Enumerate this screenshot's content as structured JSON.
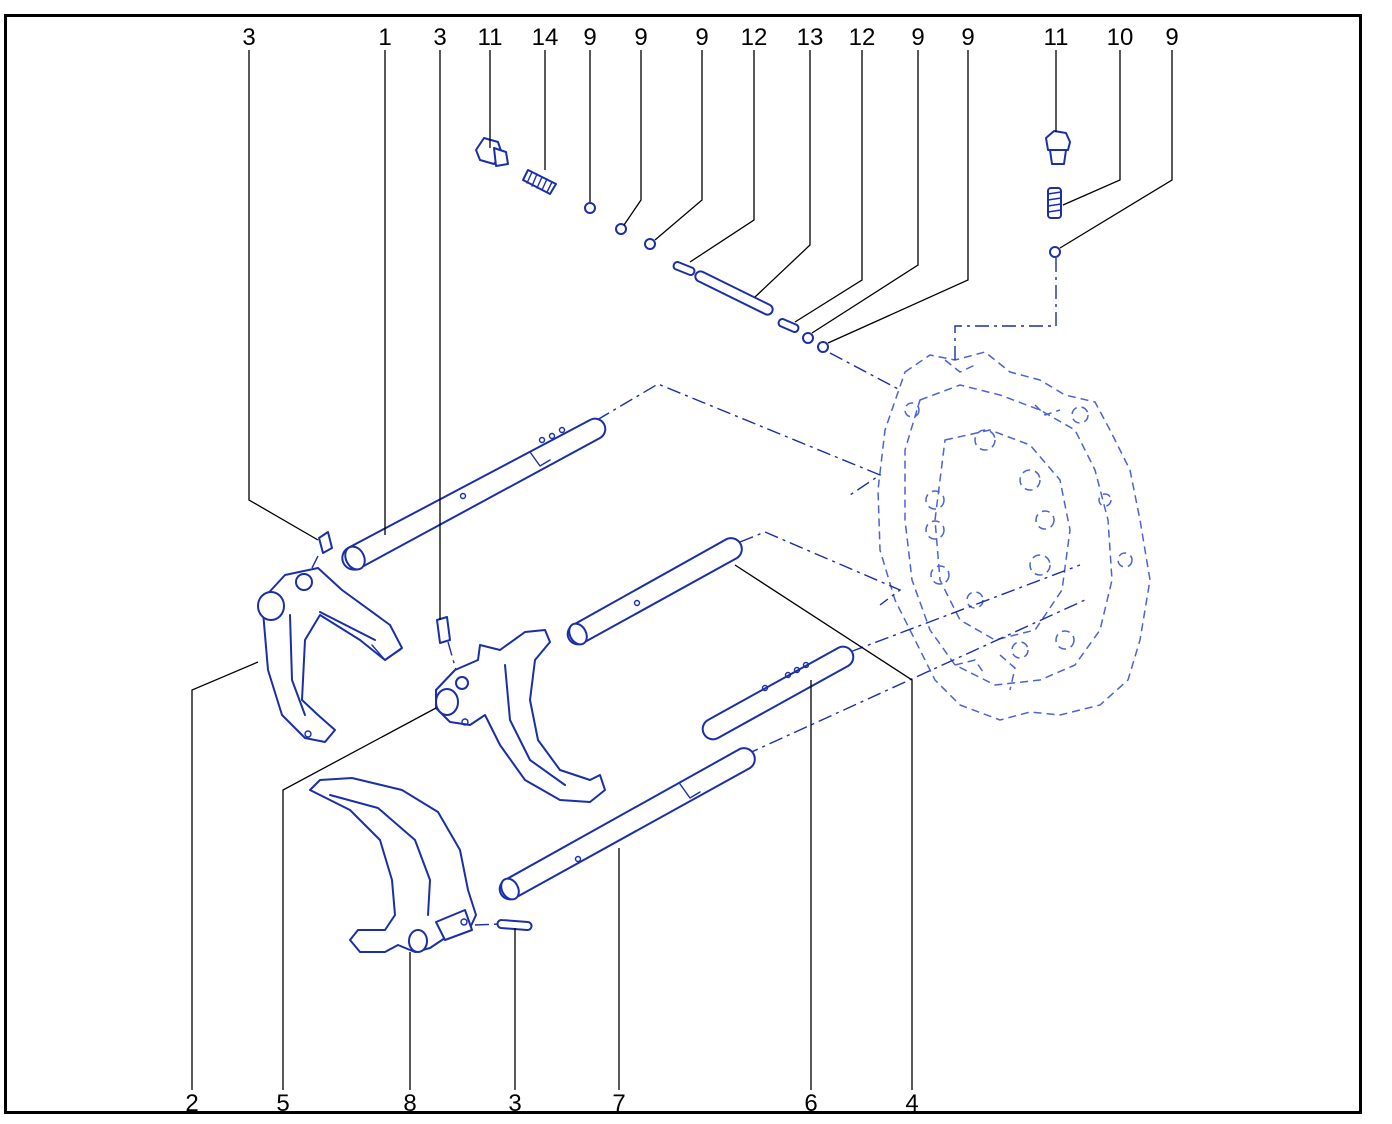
{
  "colors": {
    "line_art": "#1a2fa8",
    "case_outline": "#4b63d6",
    "labels": "#000000",
    "background": "#ffffff"
  },
  "labels": {
    "top": [
      "3",
      "1",
      "3",
      "11",
      "14",
      "9",
      "9",
      "9",
      "12",
      "13",
      "12",
      "9",
      "9",
      "11",
      "10",
      "9"
    ],
    "bottom": [
      "2",
      "5",
      "8",
      "3",
      "7",
      "6",
      "4"
    ]
  }
}
